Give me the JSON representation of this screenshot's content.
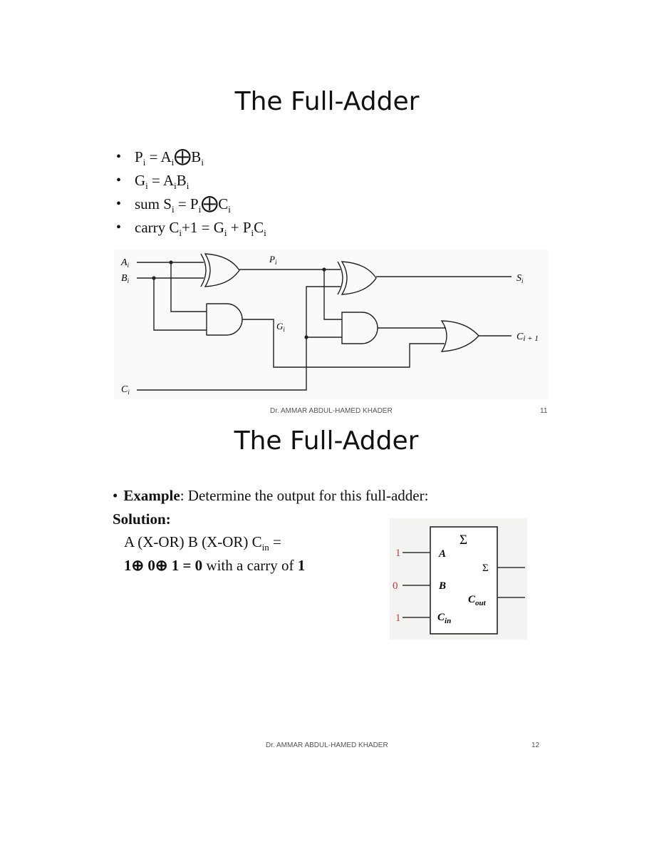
{
  "slide1": {
    "title": "The Full-Adder",
    "bullets": [
      {
        "prefix": "P",
        "sub1": "i",
        "eq": " = A",
        "sub2": "i",
        "op": "⨁",
        "tail": "B",
        "sub3": "i",
        "end": ""
      },
      {
        "prefix": "G",
        "sub1": "i",
        "eq": " = A",
        "sub2": "i",
        "op": "",
        "tail": "B",
        "sub3": "i",
        "end": ""
      },
      {
        "prefix": "sum S",
        "sub1": "i",
        "eq": " = P",
        "sub2": "i",
        "op": "⨁",
        "tail": "C",
        "sub3": "i",
        "end": ""
      },
      {
        "prefix": "carry C",
        "sub1": "i",
        "eq": "+1 = G",
        "sub2": "i",
        "op": "",
        "tail": " + P",
        "sub3": "i",
        "end": "C",
        "sub4": "i"
      }
    ],
    "circuit_labels": {
      "a": "A",
      "b": "B",
      "c": "C",
      "i": "i",
      "p": "P",
      "g": "G",
      "s": "S",
      "cout": "C",
      "cout_sub": "i + 1"
    },
    "footer": "Dr. AMMAR ABDUL-HAMED KHADER",
    "page": "11"
  },
  "slide2": {
    "title": "The Full-Adder",
    "example_label": "Example",
    "example_text": ": Determine the output for this full-adder:",
    "solution_label": "Solution:",
    "line1_pre": "A (X-OR) B (X-OR) C",
    "line1_sub": "in",
    "line1_post": " =",
    "line2_bold1": "1⊕ 0⊕ 1  = 0",
    "line2_text": " with a carry of ",
    "line2_bold2": "1",
    "block": {
      "sigma": "Σ",
      "in_a": "A",
      "in_b": "B",
      "in_c": "C",
      "in_c_sub": "in",
      "out_sum": "Σ",
      "out_c": "C",
      "out_c_sub": "out",
      "val_a": "1",
      "val_b": "0",
      "val_c": "1"
    },
    "footer": "Dr. AMMAR ABDUL-HAMED KHADER",
    "page": "12"
  }
}
